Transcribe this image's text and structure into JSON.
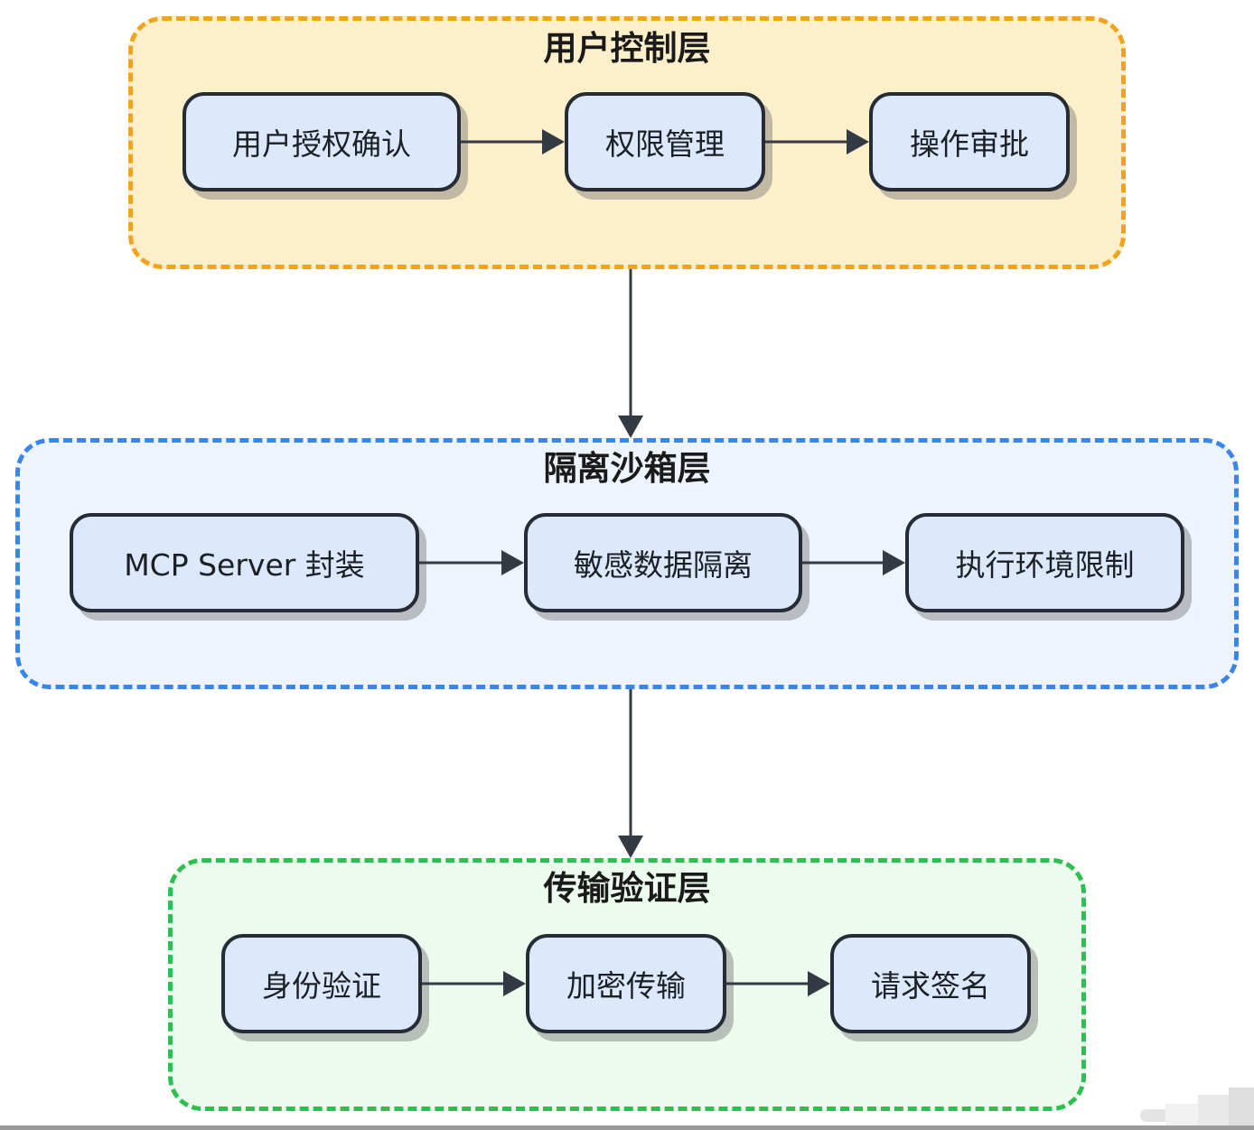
{
  "colors": {
    "user_layer_border": "#f0a31c",
    "user_layer_fill": "#fdefc9",
    "sandbox_layer_border": "#3a86e8",
    "sandbox_layer_fill": "#eef4fe",
    "transport_layer_border": "#2dbf52",
    "transport_layer_fill": "#edfaee",
    "node_fill": "#dce8fb",
    "node_border": "#252c36",
    "arrow": "#333a44"
  },
  "layers": {
    "user": {
      "title": "用户控制层",
      "nodes": [
        "用户授权确认",
        "权限管理",
        "操作审批"
      ]
    },
    "sandbox": {
      "title": "隔离沙箱层",
      "nodes": [
        "MCP Server 封装",
        "敏感数据隔离",
        "执行环境限制"
      ]
    },
    "transport": {
      "title": "传输验证层",
      "nodes": [
        "身份验证",
        "加密传输",
        "请求签名"
      ]
    }
  }
}
